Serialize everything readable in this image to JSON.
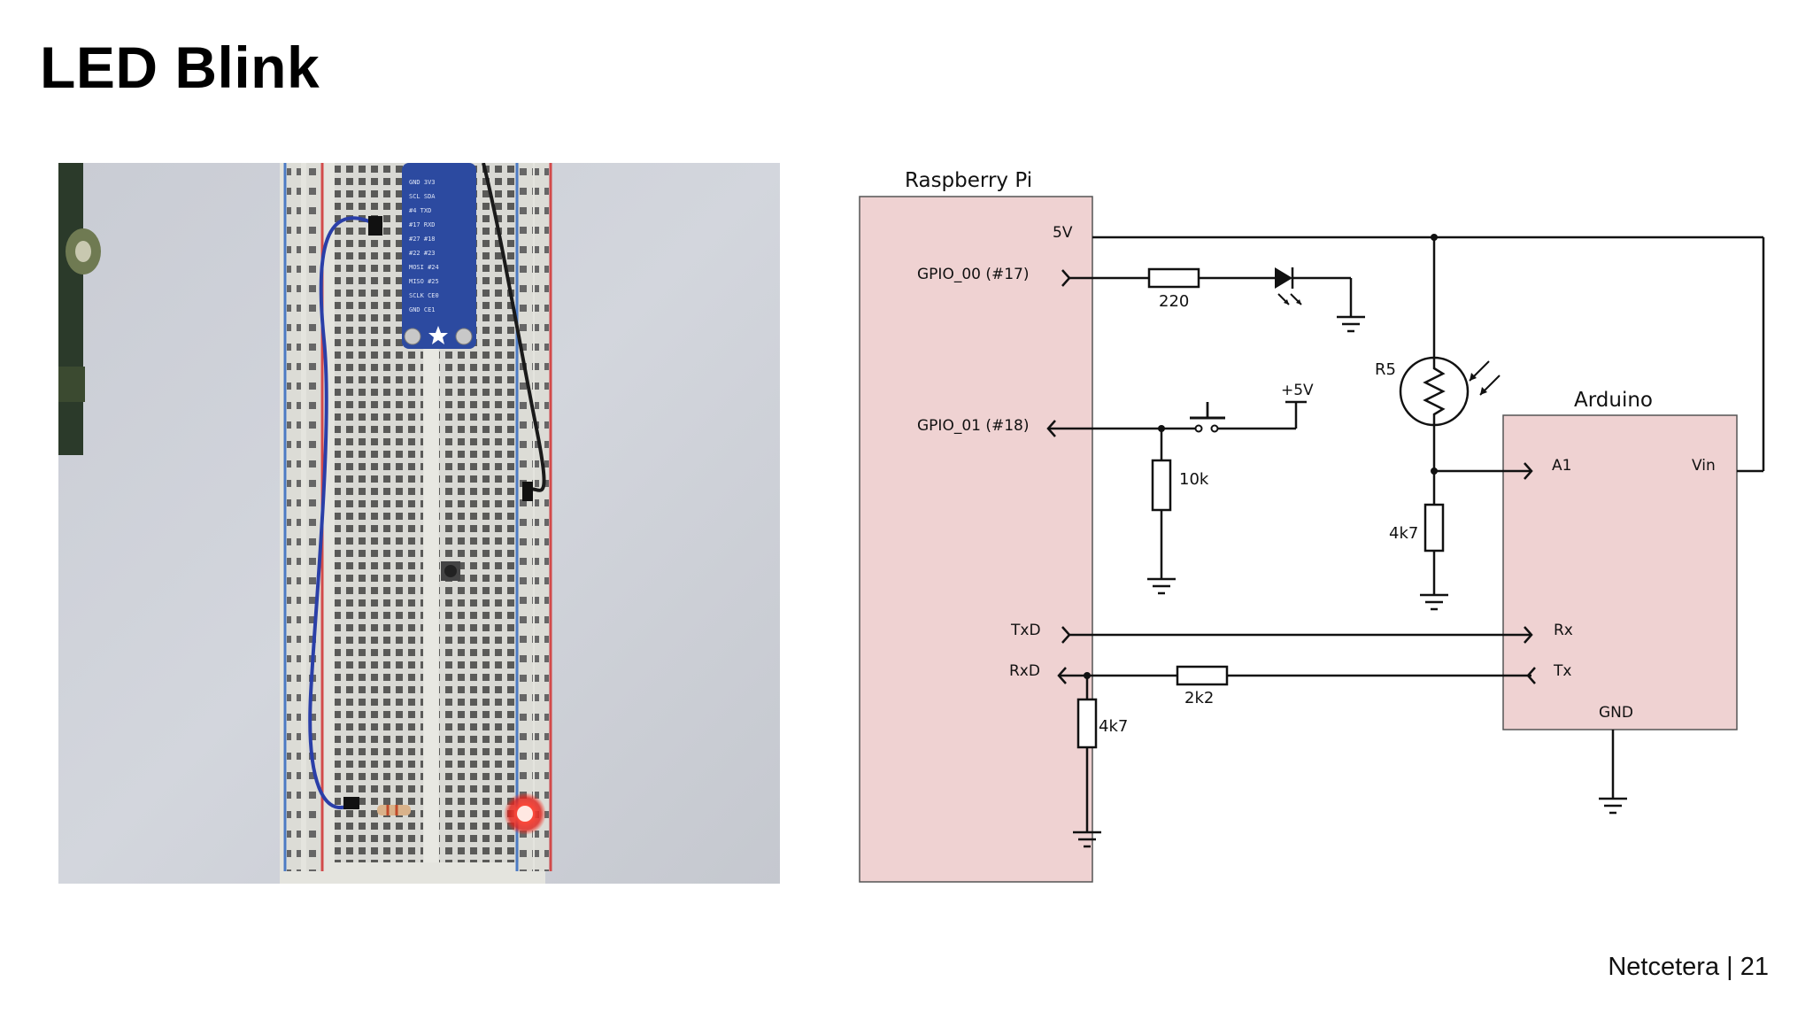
{
  "slide": {
    "title": "LED Blink",
    "footer": "Netcetera | 21"
  },
  "photo": {
    "subject": "breadboard-with-lit-red-led",
    "led_color": "#ff2a1a"
  },
  "schematic": {
    "raspberry_pi_label": "Raspberry Pi",
    "arduino_label": "Arduino",
    "pins_pi": {
      "v5": "5V",
      "gpio00": "GPIO_00 (#17)",
      "gpio01": "GPIO_01 (#18)",
      "txd": "TxD",
      "rxd": "RxD"
    },
    "pins_arduino": {
      "a1": "A1",
      "vin": "Vin",
      "rx": "Rx",
      "tx": "Tx",
      "gnd": "GND"
    },
    "components": {
      "r_led": "220",
      "r_pulldown": "10k",
      "supply": "+5V",
      "ldr": "R5",
      "r_ldr": "4k7",
      "r_div_top": "2k2",
      "r_div_bottom": "4k7"
    },
    "colors": {
      "pi_fill": "#efd2d2",
      "arduino_fill": "#efd2d2",
      "wire": "#111111"
    }
  }
}
